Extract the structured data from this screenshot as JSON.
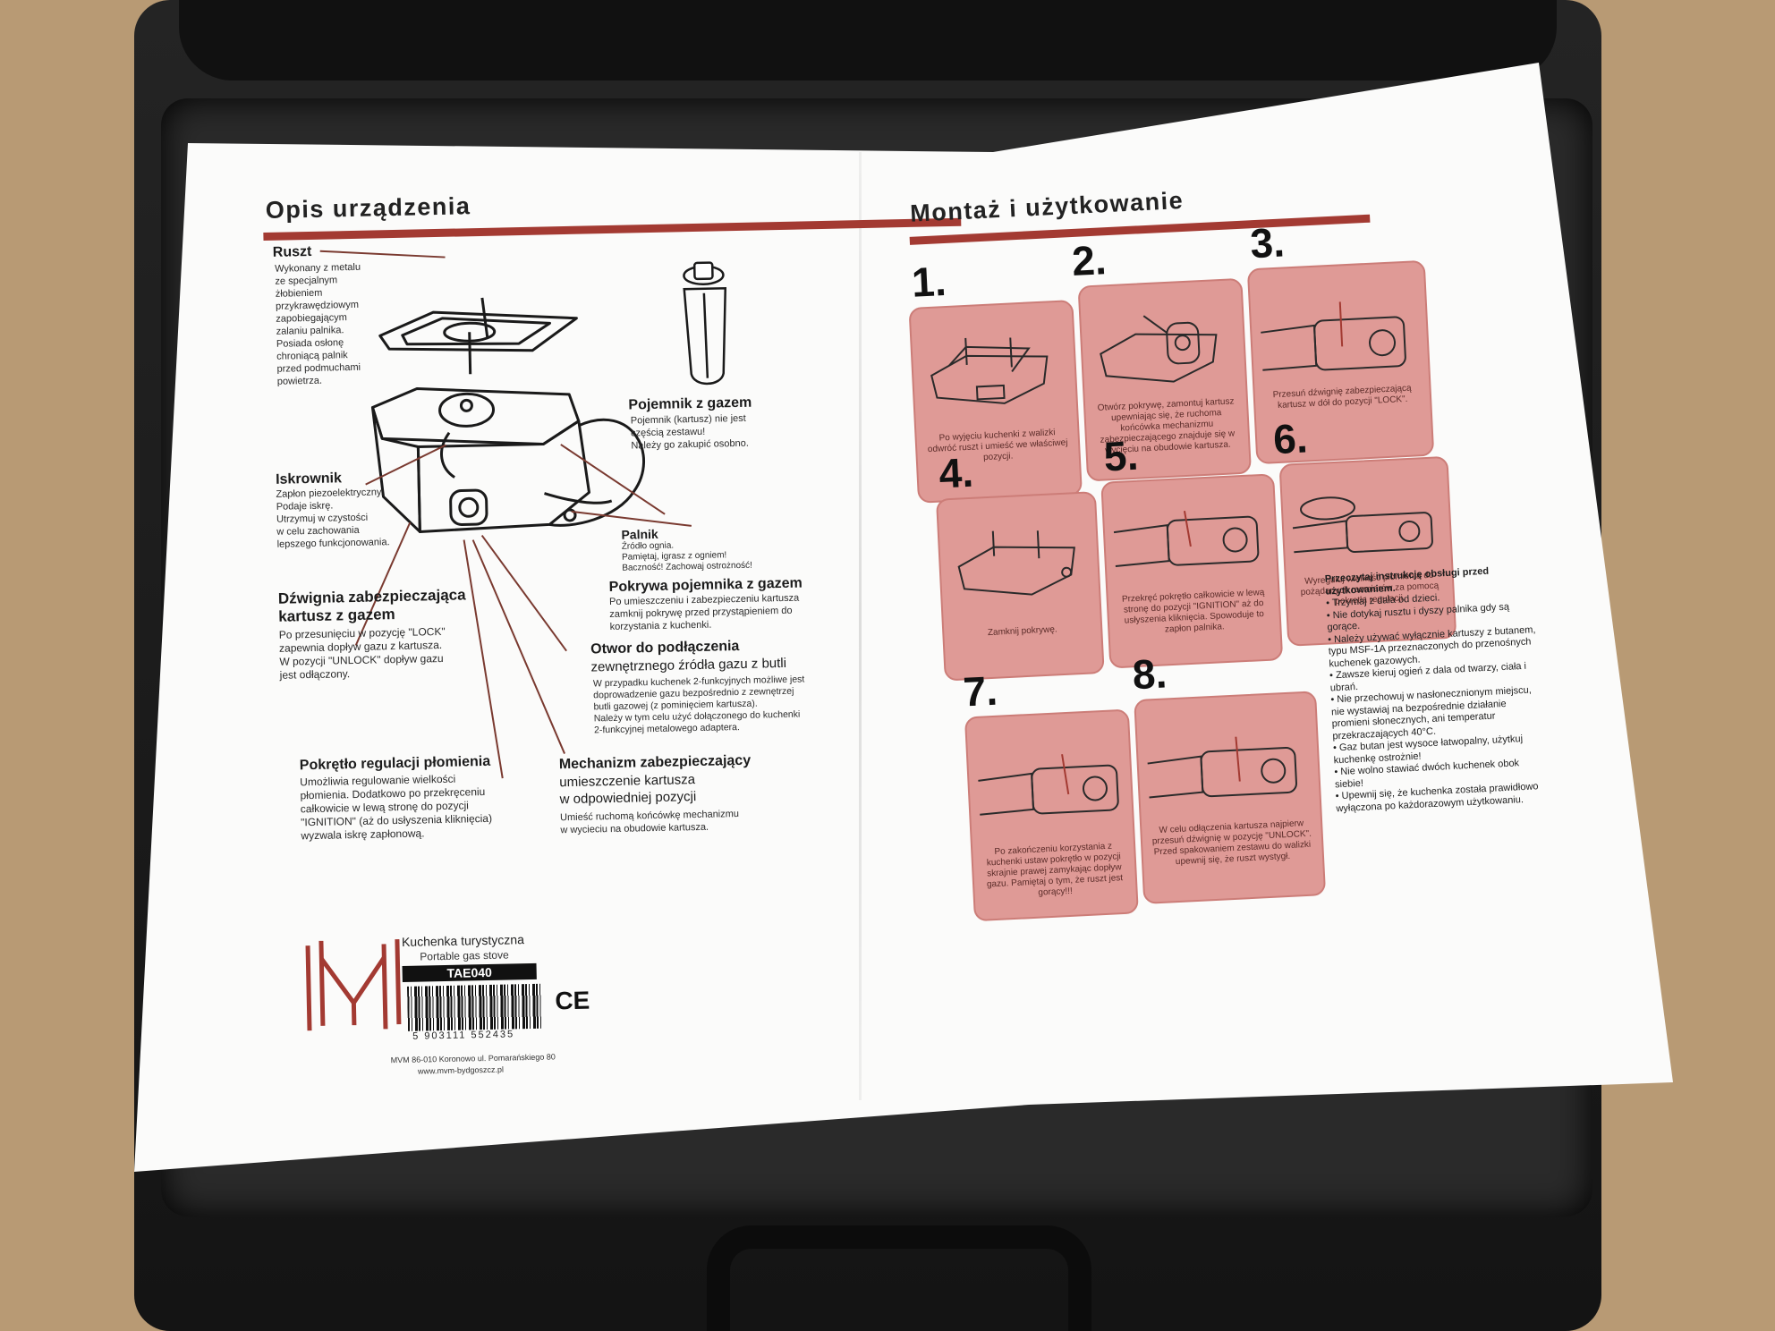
{
  "left": {
    "heading": "Opis urządzenia",
    "ruszt": {
      "label": "Ruszt",
      "text": "Wykonany z metalu\nze specjalnym\nżłobieniem\nprzykrawędziowym\nzapobiegającym\nzalaniu palnika.\nPosiada osłonę\nchroniącą palnik\nprzed podmuchami\npowietrza."
    },
    "pojemnik": {
      "label": "Pojemnik z gazem",
      "text": "Pojemnik (kartusz) nie jest\nczęścią zestawu!\nNależy go zakupić osobno."
    },
    "iskrownik": {
      "label": "Iskrownik",
      "text": "Zapłon piezoelektryczny.\nPodaje iskrę.\nUtrzymuj w czystości\nw celu zachowania\nlepszego funkcjonowania."
    },
    "palnik": {
      "label": "Palnik",
      "text": "Źródło ognia.\nPamiętaj, igrasz z ogniem!\nBaczność! Zachowaj ostrożność!"
    },
    "pokrywa": {
      "label": "Pokrywa pojemnika z gazem",
      "text": "Po umieszczeniu i zabezpieczeniu kartusza\nzamknij pokrywę przed przystąpieniem do\nkorzystania z kuchenki."
    },
    "dzwignia": {
      "label1": "Dźwignia zabezpieczająca",
      "label2": "kartusz z gazem",
      "text": "Po przesunięciu w pozycję \"LOCK\"\nzapewnia dopływ gazu z kartusza.\nW pozycji \"UNLOCK\" dopływ gazu\njest odłączony."
    },
    "otwor": {
      "label": "Otwor do podłączenia",
      "label2": "zewnętrznego źródła gazu z butli",
      "text": "W przypadku kuchenek 2-funkcyjnych możliwe jest\ndoprowadzenie gazu bezpośrednio z zewnętrzej\nbutli gazowej (z pominięciem kartusza).\nNależy w tym celu użyć dołączonego do kuchenki\n2-funkcyjnej metalowego adaptera."
    },
    "pokretlo": {
      "label": "Pokrętło regulacji płomienia",
      "text": "Umożliwia regulowanie wielkości\npłomienia. Dodatkowo po przekręceniu\ncałkowicie w lewą stronę do pozycji\n\"IGNITION\" (aż do usłyszenia kliknięcia)\nwyzwala iskrę zapłonową."
    },
    "mechanizm": {
      "label": "Mechanizm zabezpieczający",
      "label2": "umieszczenie kartusza\nw odpowiedniej pozycji",
      "text": "Umieść ruchomą końcówkę mechanizmu\nw wycieciu na obudowie kartusza."
    },
    "product": {
      "name": "Kuchenka turystyczna",
      "sub": "Portable gas stove",
      "model": "TAE040",
      "barcode": "5 903111 552435",
      "ce": "CE",
      "address": "MVM 86-010 Koronowo ul. Pomarańskiego 80",
      "www": "www.mvm-bydgoszcz.pl"
    }
  },
  "right": {
    "heading": "Montaż i użytkowanie",
    "steps": [
      {
        "num": "1.",
        "text": "Po wyjęciu kuchenki z walizki\nodwróć ruszt i umieść we\nwłaściwej pozycji."
      },
      {
        "num": "2.",
        "text": "Otwórz pokrywę, zamontuj kartusz\nupewniając się, że ruchoma\nkońcówka mechanizmu\nzabezpieczającego znajduje się\nw wycięciu na obudowie kartusza."
      },
      {
        "num": "3.",
        "text": "Przesuń dźwignię\nzabezpieczającą kartusz\nw dół do pozycji \"LOCK\"."
      },
      {
        "num": "4.",
        "text": "Zamknij pokrywę."
      },
      {
        "num": "5.",
        "text": "Przekręć pokrętło całkowicie w\nlewą stronę do pozycji \"IGNITION\"\naż do usłyszenia kliknięcia.\nSpowoduje to zapłon palnika."
      },
      {
        "num": "6.",
        "text": "Wyreguluj wielkość płomienia\ndo pożądanych rozmiarów za\npomocą pokrętła regulacji."
      },
      {
        "num": "7.",
        "text": "Po zakończeniu korzystania z\nkuchenki ustaw pokrętło w pozycji\nskrajnie prawej zamykając dopływ\ngazu. Pamiętaj o tym, że ruszt\njest gorący!!!"
      },
      {
        "num": "8.",
        "text": "W celu odłączenia kartusza\nnajpierw przesuń dźwignię w\npozycję \"UNLOCK\". Przed\nspakowaniem zestawu do walizki\nupewnij się, że ruszt wystygł."
      }
    ],
    "warnings": {
      "title": "Przeczytaj instrukcję obsługi przed użytkowaniem.",
      "items": [
        "• Trzymaj z dala od dzieci.",
        "• Nie dotykaj rusztu i dyszy palnika gdy są gorące.",
        "• Należy używać wyłącznie kartuszy z butanem, typu MSF-1A przeznaczonych do przenośnych kuchenek gazowych.",
        "• Zawsze kieruj ogień z dala od twarzy, ciała i ubrań.",
        "• Nie przechowuj w nasłonecznionym miejscu, nie wystawiaj na bezpośrednie działanie promieni słonecznych, ani temperatur przekraczających 40°C.",
        "• Gaz butan jest wysoce łatwopalny, użytkuj kuchenkę ostrożnie!",
        "• Nie wolno stawiać dwóch kuchenek obok siebie!",
        "• Upewnij się, że kuchenka została prawidłowo wyłączona po każdorazowym użytkowaniu."
      ]
    }
  },
  "colors": {
    "accent": "#a33a32",
    "card": "#df9a96",
    "case": "#1a1a1a",
    "paper": "#fbfbfa"
  }
}
